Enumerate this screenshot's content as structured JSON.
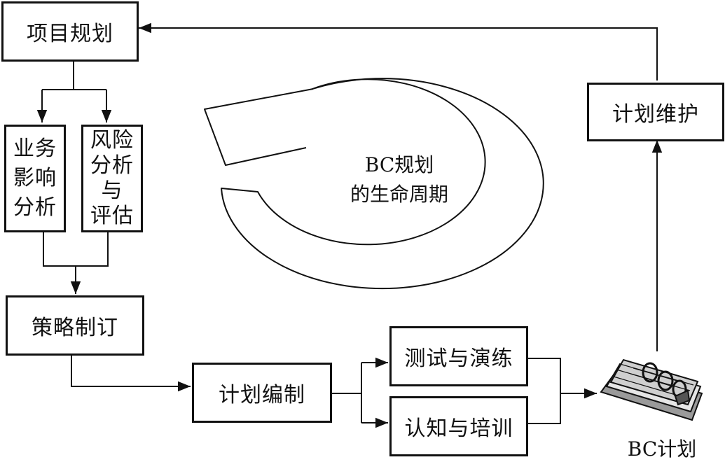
{
  "boxes": {
    "project_planning": "项目规划",
    "business_impact": [
      "业务",
      "影响",
      "分析"
    ],
    "risk_assessment": [
      "风险",
      "分析",
      "与",
      "评估"
    ],
    "strategy": "策略制订",
    "plan_development": "计划编制",
    "testing": "测试与演练",
    "training": "认知与培训",
    "plan_maintenance": "计划维护"
  },
  "cycle": {
    "line1": "BC规划",
    "line2": "的生命周期"
  },
  "plan_icon": {
    "icon": "binder-notebook-icon",
    "caption": "BC计划"
  }
}
